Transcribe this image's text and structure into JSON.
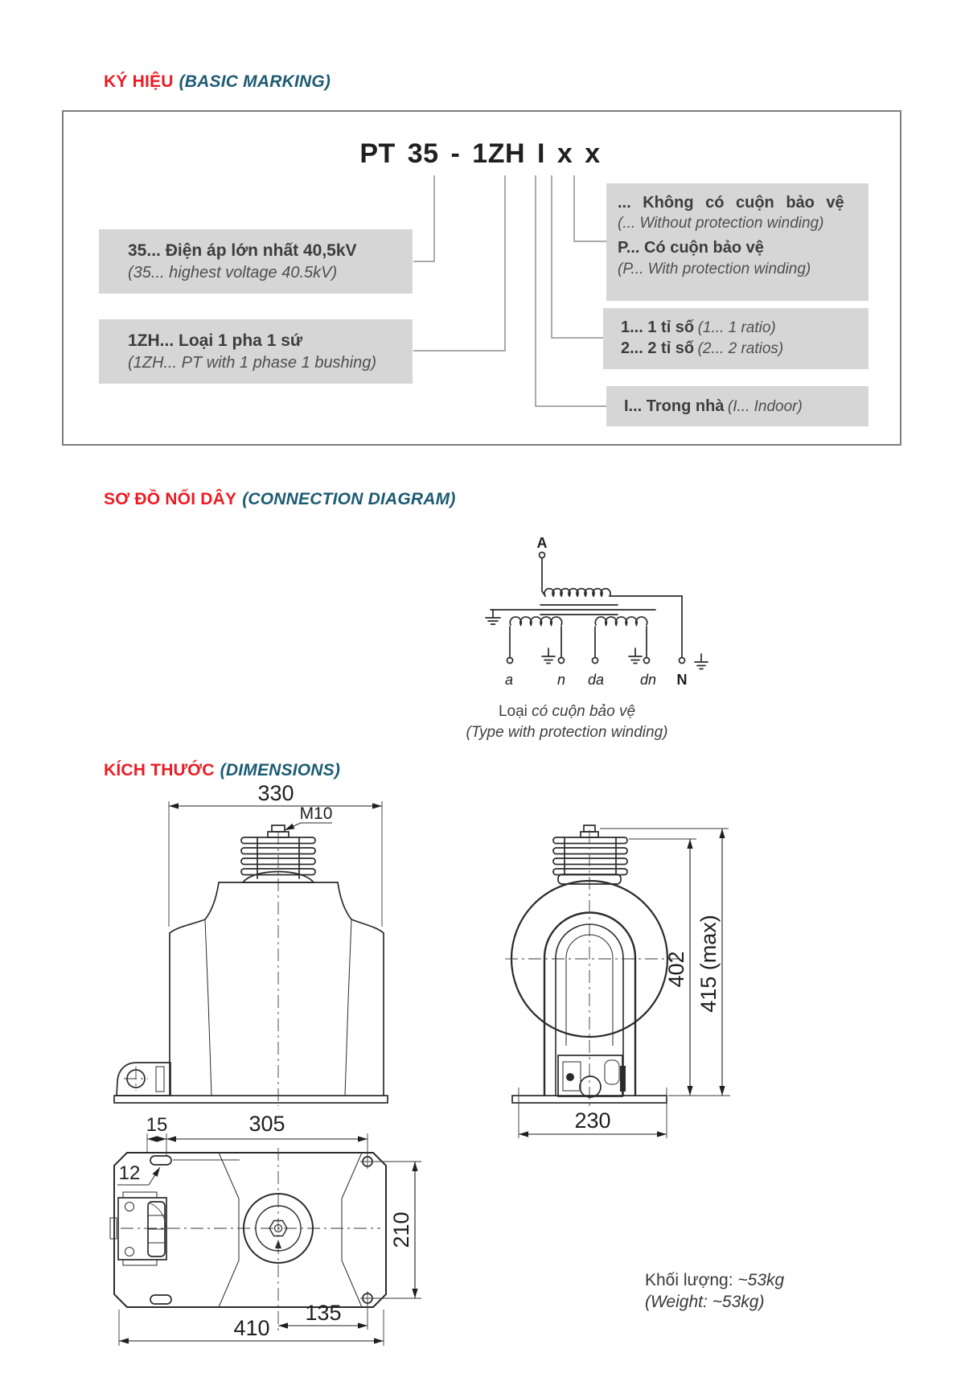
{
  "marking": {
    "heading_vi": "KÝ HIỆU",
    "heading_en": "(BASIC MARKING)",
    "title": "PT 35 - 1ZH I x x",
    "box_voltage": {
      "vi": "35... Điện áp lớn nhất 40,5kV",
      "en": "(35... highest voltage 40.5kV)"
    },
    "box_type": {
      "vi": "1ZH... Loại 1 pha 1 sứ",
      "en": "(1ZH... PT with 1 phase 1 bushing)"
    },
    "box_protection": {
      "vi_none": "... Không có cuộn bảo vệ",
      "en_none": "(... Without protection winding)",
      "vi_with": "P... Có cuộn bảo vệ",
      "en_with": "(P... With protection winding)"
    },
    "box_ratio": {
      "vi_1": "1... 1 tỉ số",
      "en_1": "(1... 1 ratio)",
      "vi_2": "2... 2 tỉ số",
      "en_2": "(2... 2 ratios)"
    },
    "box_indoor": {
      "vi": "I... Trong nhà",
      "en": "(I... Indoor)"
    }
  },
  "connection": {
    "heading_vi": "SƠ ĐỒ NỐI DÂY",
    "heading_en": "(CONNECTION DIAGRAM)",
    "terminal_primary_top": "A",
    "terminal_primary_bottom": "N",
    "terminals_secondary": [
      "a",
      "n",
      "da",
      "dn"
    ],
    "caption_vi_regular": "Loại",
    "caption_vi_italic": "có cuộn bảo vệ",
    "caption_en": "(Type with protection winding)"
  },
  "dimensions": {
    "heading_vi": "KÍCH THƯỚC",
    "heading_en": "(DIMENSIONS)",
    "front_width": "330",
    "terminal_thread": "M10",
    "side_height_core": "402",
    "side_height_max": "415 (max)",
    "base_depth": "230",
    "slot_offset": "15",
    "mount_span": "305",
    "slot_width": "12",
    "body_depth": "210",
    "hole_offset": "135",
    "base_width": "410",
    "weight_label": "Khối lượng:",
    "weight_value": "~53kg",
    "weight_en": "(Weight: ~53kg)"
  },
  "colors": {
    "accent_red": "#ec1c24",
    "accent_teal": "#1d5b73",
    "callout_bg": "#d6d6d6",
    "line": "#2b2b2b"
  }
}
